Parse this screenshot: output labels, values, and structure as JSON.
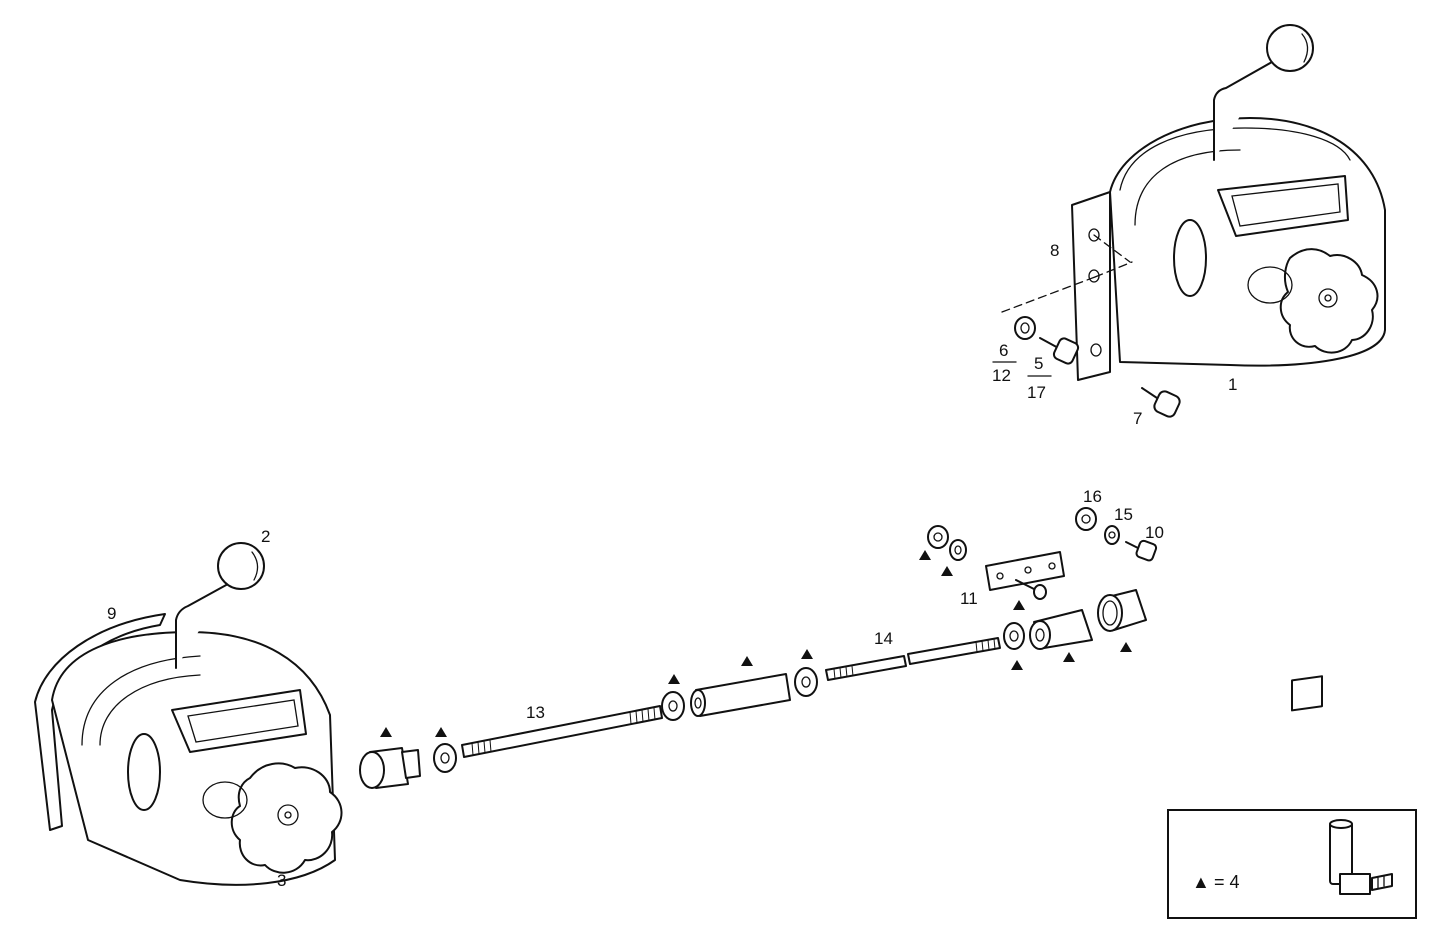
{
  "labels": {
    "p1": "1",
    "p2": "2",
    "p3": "3",
    "p5": "5",
    "p6": "6",
    "p7": "7",
    "p8": "8",
    "p9": "9",
    "p10": "10",
    "p11": "11",
    "p12": "12",
    "p13": "13",
    "p14": "14",
    "p15": "15",
    "p16": "16",
    "p17": "17"
  },
  "legend": {
    "symbol": "▲",
    "text": "= 4"
  }
}
